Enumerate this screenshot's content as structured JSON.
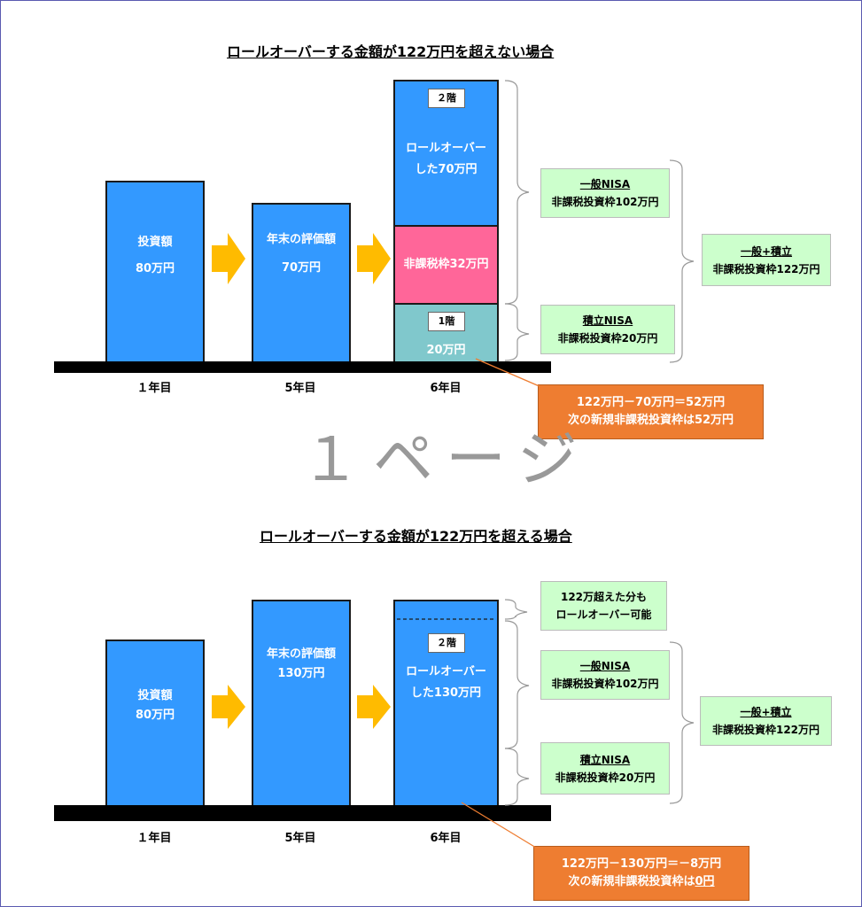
{
  "watermark": "１ページ",
  "colors": {
    "bar": "#3399ff",
    "pink": "#ff6699",
    "teal": "#80c8cc",
    "arrow": "#ffbb00",
    "green_box": "#ccffcc",
    "orange_box": "#ee7d31"
  },
  "section1": {
    "title": "ロールオーバーする金額が122万円を超えない場合",
    "bar1": {
      "line1": "投資額",
      "line2": "80万円"
    },
    "bar2": {
      "line1": "年末の評価額",
      "line2": "70万円"
    },
    "bar3": {
      "floor2_label": "２階",
      "rollover_line1": "ロールオーバー",
      "rollover_line2": "した70万円",
      "pink_text": "非課税枠32万円",
      "floor1_label": "1階",
      "floor1_value": "20万円"
    },
    "years": [
      "１年目",
      "5年目",
      "6年目"
    ],
    "general_box": {
      "head": "一般NISA",
      "text": "非課税投資枠102万円"
    },
    "tsumitate_box": {
      "head": "積立NISA",
      "text": "非課税投資枠20万円"
    },
    "combined_box": {
      "head": "一般+積立",
      "text": "非課税投資枠122万円"
    },
    "orange": {
      "line1": "122万円－70万円＝52万円",
      "line2": "次の新規非課税投資枠は52万円"
    }
  },
  "section2": {
    "title": "ロールオーバーする金額が122万円を超える場合",
    "bar1": {
      "line1": "投資額",
      "line2": "80万円"
    },
    "bar2": {
      "line1": "年末の評価額",
      "line2": "130万円"
    },
    "bar3": {
      "floor2_label": "２階",
      "rollover_line1": "ロールオーバー",
      "rollover_line2": "した130万円"
    },
    "years": [
      "１年目",
      "5年目",
      "6年目"
    ],
    "excess_box": {
      "line1": "122万超えた分も",
      "line2": "ロールオーバー可能"
    },
    "general_box": {
      "head": "一般NISA",
      "text": "非課税投資枠102万円"
    },
    "tsumitate_box": {
      "head": "積立NISA",
      "text": "非課税投資枠20万円"
    },
    "combined_box": {
      "head": "一般+積立",
      "text": "非課税投資枠122万円"
    },
    "orange": {
      "line1": "122万円－130万円＝－8万円",
      "line2_prefix": "次の新規非課税投資枠は",
      "line2_value": "0円"
    }
  }
}
